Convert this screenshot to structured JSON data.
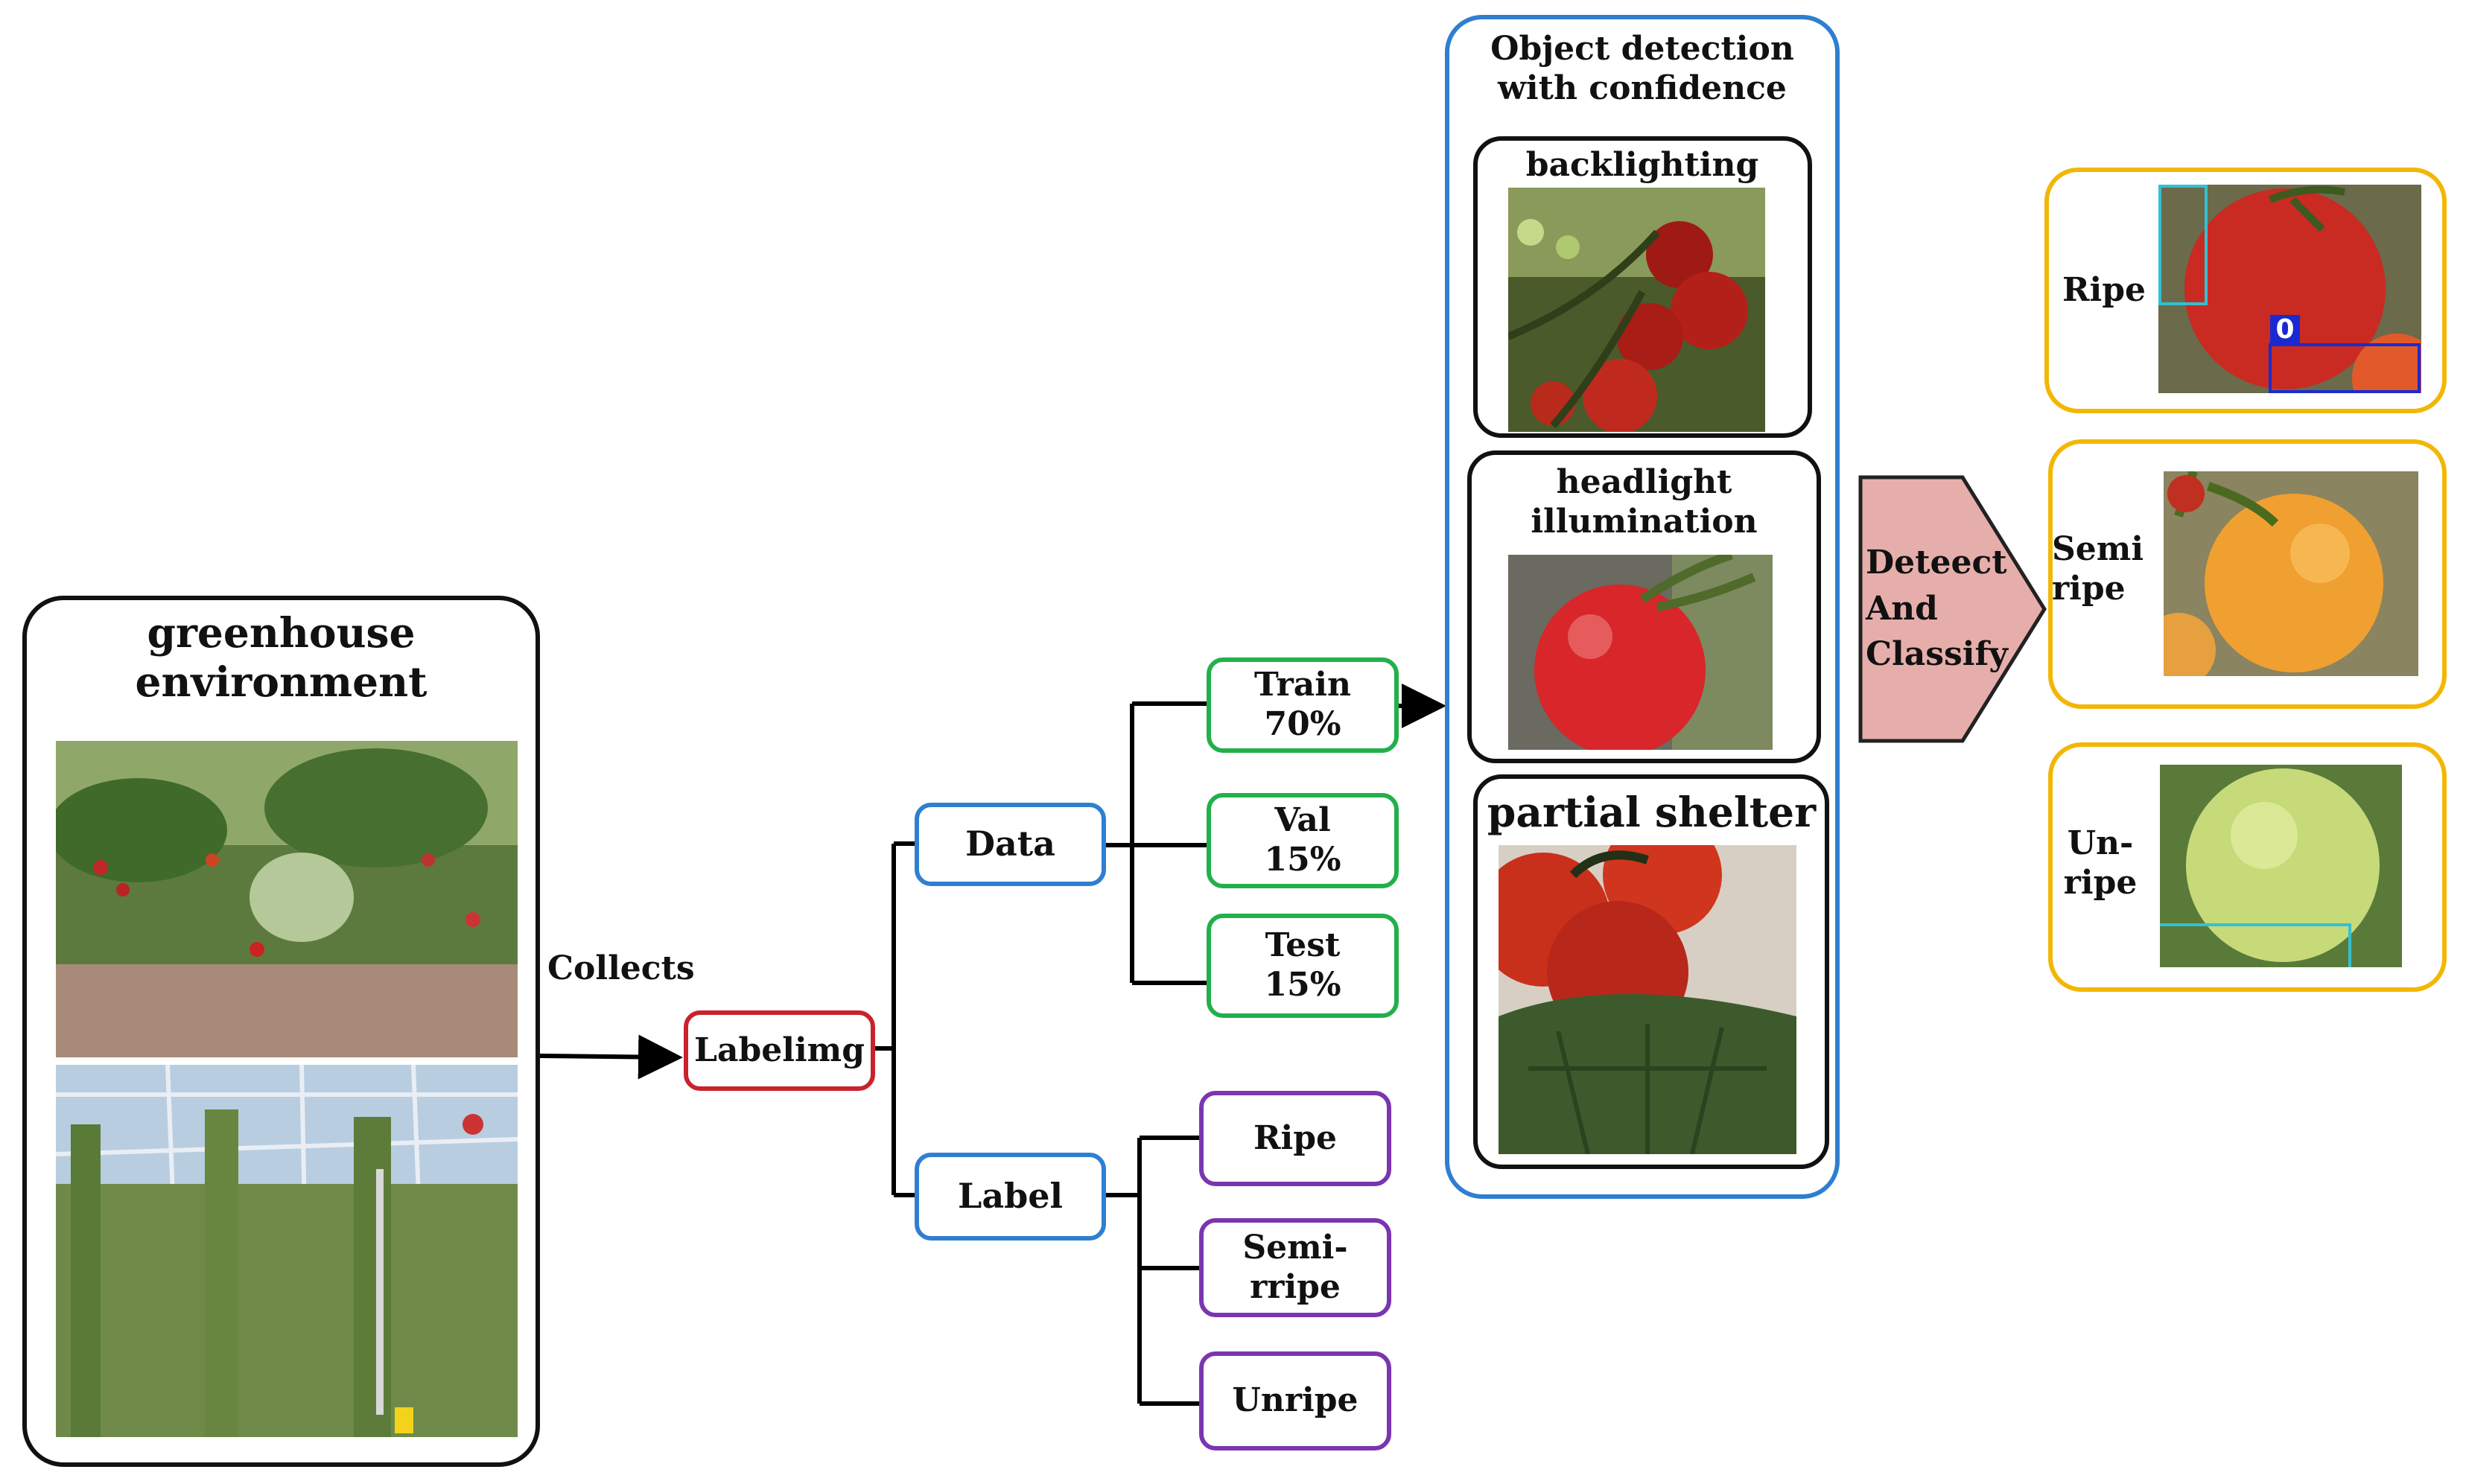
{
  "greenhouse": {
    "title_line1": "greenhouse",
    "title_line2": "environment"
  },
  "collects_label": "Collects",
  "labelimg": {
    "label": "Labelimg"
  },
  "data_node": {
    "label": "Data"
  },
  "label_node": {
    "label": "Label"
  },
  "splits": [
    {
      "name": "Train",
      "value": "70%"
    },
    {
      "name": "Val",
      "value": "15%"
    },
    {
      "name": "Test",
      "value": "15%"
    }
  ],
  "classes": [
    {
      "line1": "Ripe",
      "line2": ""
    },
    {
      "line1": "Semi-",
      "line2": "rripe"
    },
    {
      "line1": "Unripe",
      "line2": ""
    }
  ],
  "detection": {
    "title_line1": "Object detection",
    "title_line2": "with confidence",
    "panels": [
      {
        "line1": "backlighting",
        "line2": ""
      },
      {
        "line1": "headlight",
        "line2": "illumination"
      },
      {
        "line1": "partial shelter",
        "line2": ""
      }
    ]
  },
  "detect_arrow": {
    "line1": "Deteect",
    "line2": "And",
    "line3": "Classify"
  },
  "results": [
    {
      "line1": "Ripe",
      "line2": "",
      "box_label": "0"
    },
    {
      "line1": "Semi",
      "line2": "ripe"
    },
    {
      "line1": "Un-",
      "line2": "ripe"
    }
  ],
  "colors": {
    "red_border": "#c8232c",
    "blue_border": "#2f7fd0",
    "green_border": "#22b04b",
    "purple_border": "#7a35b0",
    "yellow_border": "#f2b705",
    "arrow_fill": "#e6aeab"
  }
}
